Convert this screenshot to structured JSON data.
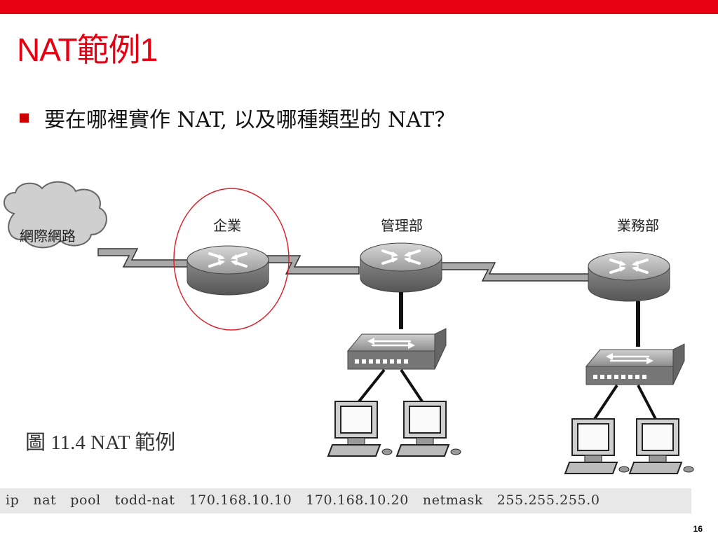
{
  "slide": {
    "title": "NAT範例1",
    "bullet": "要在哪裡實作 NAT, 以及哪種類型的 NAT？",
    "page_number": "16"
  },
  "diagram": {
    "cloud_label": "網際網路",
    "router_labels": [
      "企業",
      "管理部",
      "業務部"
    ],
    "caption": "圖 11.4 NAT 範例",
    "highlight_color": "#d9232d"
  },
  "command": {
    "text": "ip   nat   pool   todd-nat   170.168.10.10   170.168.10.20   netmask   255.255.255.0"
  },
  "colors": {
    "accent": "#e60012"
  }
}
